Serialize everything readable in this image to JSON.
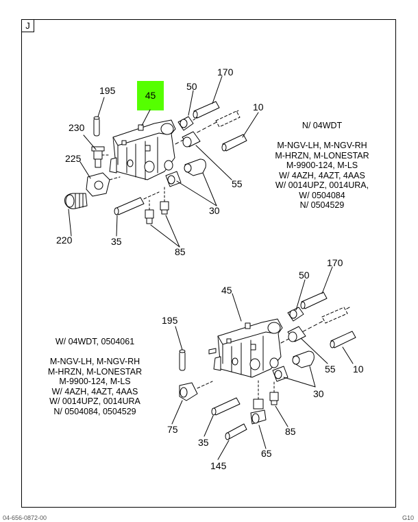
{
  "section_letter": "J",
  "highlighted_part": "45",
  "upper": {
    "labels": {
      "p170": "170",
      "p50": "50",
      "p195": "195",
      "p45": "45",
      "p10": "10",
      "p230": "230",
      "p225": "225",
      "p55": "55",
      "p30": "30",
      "p220": "220",
      "p35": "35",
      "p85": "85"
    },
    "note_lines": [
      "N/ 04WDT",
      "",
      "M-NGV-LH, M-NGV-RH",
      "M-HRZN, M-LONESTAR",
      "M-9900-124, M-LS",
      "W/ 4AZH, 4AZT, 4AAS",
      "W/ 0014UPZ, 0014URA,",
      "W/ 0504084",
      "N/ 0504529"
    ]
  },
  "lower": {
    "labels": {
      "p170": "170",
      "p50": "50",
      "p45": "45",
      "p195": "195",
      "p55": "55",
      "p10": "10",
      "p30": "30",
      "p75": "75",
      "p85": "85",
      "p35": "35",
      "p65": "65",
      "p145": "145"
    },
    "note_lines": [
      "W/ 04WDT, 0504061",
      "",
      "M-NGV-LH, M-NGV-RH",
      "M-HRZN, M-LONESTAR",
      "M-9900-124, M-LS",
      "W/ 4AZH, 4AZT, 4AAS",
      "W/ 0014UPZ, 0014URA",
      "N/ 0504084, 0504529"
    ]
  },
  "footer": {
    "left": "04-656-0872-00",
    "right": "G10"
  }
}
